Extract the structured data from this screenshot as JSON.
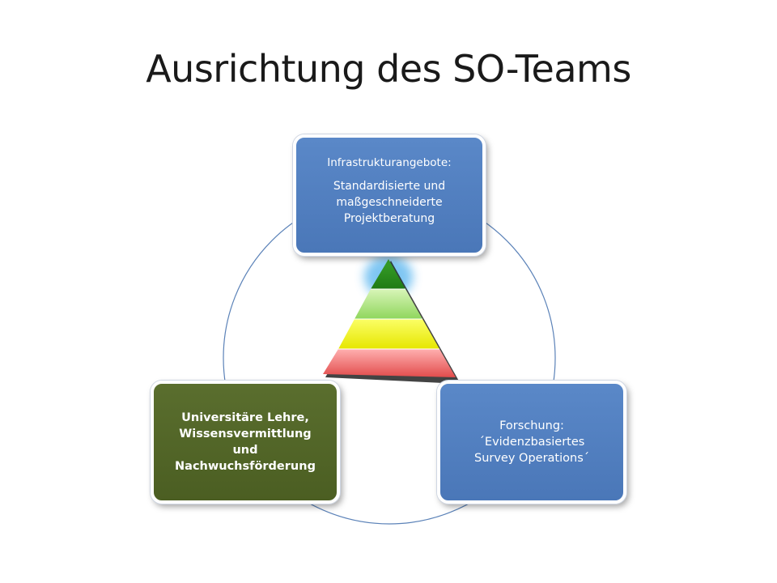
{
  "slide": {
    "title": "Ausrichtung des SO-Teams"
  },
  "boxes": {
    "top": {
      "heading": "Infrastrukturangebote:",
      "body_lines": [
        "Standardisierte und",
        "maßgeschneiderte",
        "Projektberatung"
      ]
    },
    "left": {
      "body_lines": [
        "Universitäre Lehre,",
        "Wissensvermittlung",
        "und",
        "Nachwuchsförderung"
      ]
    },
    "right": {
      "heading": "Forschung:",
      "body_lines": [
        "´Evidenzbasiertes",
        "Survey Operations´"
      ]
    }
  },
  "colors": {
    "box_blue": "#4f7fc1",
    "box_green": "#4f6126",
    "ring": "#5b82b8",
    "pyramid_levels": [
      "#2e8b1e",
      "#a6e27a",
      "#f0f000",
      "#ef6b6b"
    ],
    "pyramid_glow": "#5fb8f0"
  }
}
